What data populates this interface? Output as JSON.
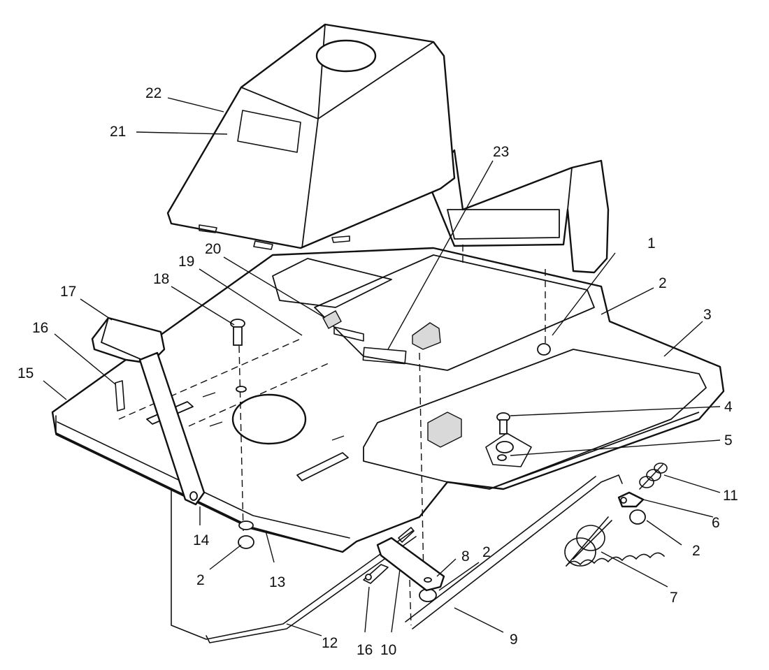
{
  "callouts": [
    {
      "id": "c1",
      "label": "1"
    },
    {
      "id": "c2a",
      "label": "2"
    },
    {
      "id": "c3",
      "label": "3"
    },
    {
      "id": "c4",
      "label": "4"
    },
    {
      "id": "c5",
      "label": "5"
    },
    {
      "id": "c11",
      "label": "11"
    },
    {
      "id": "c6",
      "label": "6"
    },
    {
      "id": "c2b",
      "label": "2"
    },
    {
      "id": "c7",
      "label": "7"
    },
    {
      "id": "c9",
      "label": "9"
    },
    {
      "id": "c2c",
      "label": "2"
    },
    {
      "id": "c8",
      "label": "8"
    },
    {
      "id": "c10",
      "label": "10"
    },
    {
      "id": "c16b",
      "label": "16"
    },
    {
      "id": "c12",
      "label": "12"
    },
    {
      "id": "c13",
      "label": "13"
    },
    {
      "id": "c2d",
      "label": "2"
    },
    {
      "id": "c14",
      "label": "14"
    },
    {
      "id": "c15",
      "label": "15"
    },
    {
      "id": "c16a",
      "label": "16"
    },
    {
      "id": "c17",
      "label": "17"
    },
    {
      "id": "c18",
      "label": "18"
    },
    {
      "id": "c19",
      "label": "19"
    },
    {
      "id": "c20",
      "label": "20"
    },
    {
      "id": "c21",
      "label": "21"
    },
    {
      "id": "c22",
      "label": "22"
    },
    {
      "id": "c23",
      "label": "23"
    }
  ]
}
